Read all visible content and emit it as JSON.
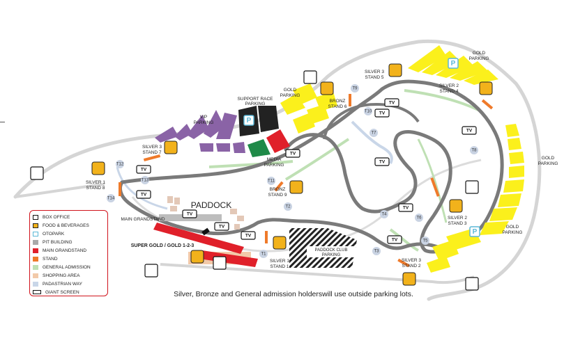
{
  "map": {
    "paddock": "PADDOCK",
    "main_grandstand": "MAIN GRANDSTAND",
    "super_gold": "SUPER GOLD / GOLD 1-2-3",
    "paddock_club_parking": [
      "PADDOCK CLUB",
      "PARKING"
    ],
    "parking_symbol": "P",
    "areas": {
      "gold_parking_top": [
        "GOLD",
        "PARKING"
      ],
      "gold_parking_right": [
        "GOLD",
        "PARKING"
      ],
      "gold_parking_bottom": [
        "GOLD",
        "PARKING"
      ],
      "gold_parking_left": [
        "GOLD",
        "PARKING"
      ],
      "support_race_parking": [
        "SUPPORT RACE",
        "PARKING"
      ],
      "vip_parking": [
        "VIP",
        "PARKING"
      ],
      "media_parking": [
        "MEDIA",
        "PARKING"
      ]
    },
    "stands": {
      "silver3_stand5": [
        "SILVER 3",
        "STAND 5"
      ],
      "silver2_stand4": [
        "SILVER 2",
        "STAND 4"
      ],
      "bronz_stand6": [
        "BRONZ",
        "STAND 6"
      ],
      "silver3_stand7": [
        "SILVER 3",
        "STAND 7"
      ],
      "silver1_stand8": [
        "SILVER 1",
        "STAND 8"
      ],
      "bronz_stand9": [
        "BRONZ",
        "STAND 9"
      ],
      "silver2_stand3": [
        "SILVER 2",
        "STAND 3"
      ],
      "silver1_stand1": [
        "SILVER 1",
        "STAND 1"
      ],
      "silver3_stand2": [
        "SILVER 3",
        "STAND 2"
      ]
    },
    "turns": [
      "T1",
      "T2",
      "T3",
      "T4",
      "T5",
      "T6",
      "T7",
      "T8",
      "T9",
      "T10",
      "T11",
      "T12",
      "T13",
      "T14"
    ],
    "giant_screen_label": "TV"
  },
  "legend": {
    "items": [
      {
        "label": "BOX OFFICE",
        "icon": "box-office-icon"
      },
      {
        "label": "FOOD & BEVERAGES",
        "icon": "food-beverages-icon",
        "color": "#f2b21b"
      },
      {
        "label": "OTOPARK",
        "icon": "parking-icon",
        "color": "#5ab7d6"
      },
      {
        "label": "PIT BUILDING",
        "color": "#a9a9a9"
      },
      {
        "label": "MAIN GRANDSTAND",
        "color": "#e0202a"
      },
      {
        "label": "STAND",
        "color": "#ef7a2a"
      },
      {
        "label": "GENERAL ADMISSION",
        "color": "#bfe0b4"
      },
      {
        "label": "SHOPPING AREA",
        "color": "#f2c9a9"
      },
      {
        "label": "PADASTRIAN WAY",
        "color": "#c9d6e8"
      },
      {
        "label": "GIANT SCREEN",
        "icon": "giant-screen-icon"
      }
    ]
  },
  "footnote": "Silver, Bronze and General admission holderswill use outside parking lots.",
  "colors": {
    "track": "#7a7a7a",
    "road": "#cfcfcf",
    "gold": "#fbf01c",
    "vip": "#8a63a6",
    "support": "#222222",
    "media_green": "#1f8a48",
    "media_red": "#e0202a",
    "stand": "#ef7a2a",
    "general_admission": "#bfe0b4",
    "pedestrian": "#c9d6e8",
    "shopping": "#f2c9a9",
    "food": "#f2b21b",
    "parking_p": "#5ab7d6"
  }
}
